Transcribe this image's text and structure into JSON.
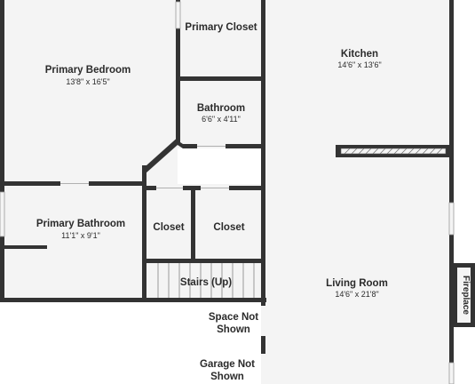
{
  "rooms": {
    "primary_closet": {
      "name": "Primary Closet"
    },
    "primary_bedroom": {
      "name": "Primary Bedroom",
      "dims": "13'8\" x 16'5\""
    },
    "kitchen": {
      "name": "Kitchen",
      "dims": "14'6\" x 13'6\""
    },
    "bathroom": {
      "name": "Bathroom",
      "dims": "6'6\" x 4'11\""
    },
    "primary_bathroom": {
      "name": "Primary Bathroom",
      "dims": "11'1\" x 9'1\""
    },
    "closet_left": {
      "name": "Closet"
    },
    "closet_right": {
      "name": "Closet"
    },
    "stairs": {
      "name": "Stairs (Up)"
    },
    "living_room": {
      "name": "Living Room",
      "dims": "14'6\" x 21'8\""
    },
    "fireplace": {
      "name": "Fireplace"
    }
  },
  "outside": {
    "space_not_shown": {
      "line1": "Space Not",
      "line2": "Shown"
    },
    "garage_not_shown": {
      "line1": "Garage Not",
      "line2": "Shown"
    }
  },
  "colors": {
    "wall": "#333333",
    "floor": "#f4f4f4",
    "background": "#ffffff"
  }
}
